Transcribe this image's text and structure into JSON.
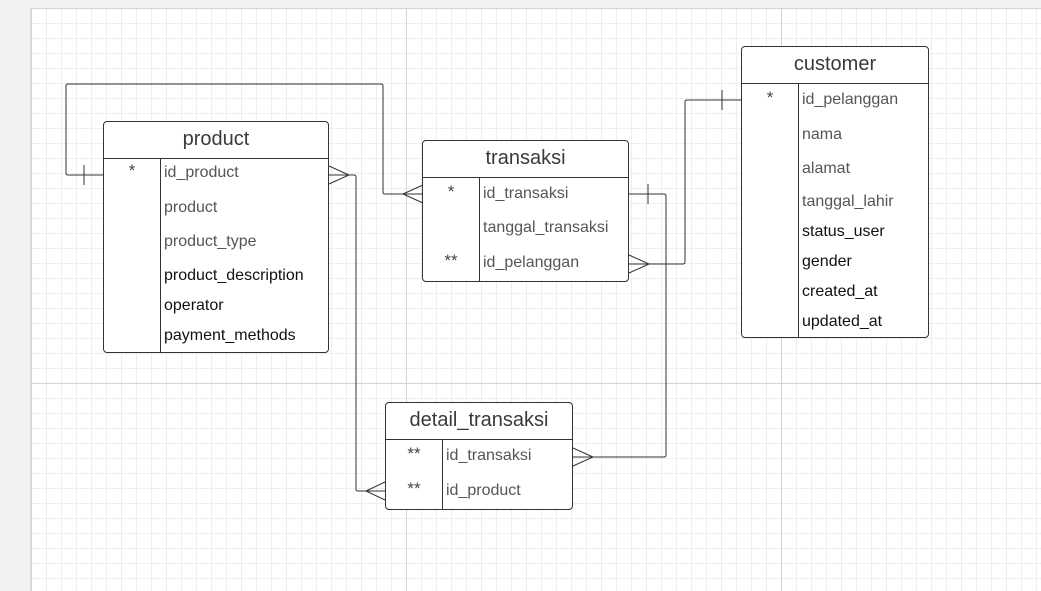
{
  "entities": {
    "product": {
      "title": "product",
      "rows": [
        {
          "key": "*",
          "name": "id_product"
        },
        {
          "key": "",
          "name": "product"
        },
        {
          "key": "",
          "name": "product_type"
        },
        {
          "key": "",
          "name": "product_description"
        },
        {
          "key": "",
          "name": "operator"
        },
        {
          "key": "",
          "name": "payment_methods"
        }
      ]
    },
    "transaksi": {
      "title": "transaksi",
      "rows": [
        {
          "key": "*",
          "name": "id_transaksi"
        },
        {
          "key": "",
          "name": "tanggal_transaksi"
        },
        {
          "key": "**",
          "name": "id_pelanggan"
        }
      ]
    },
    "customer": {
      "title": "customer",
      "rows": [
        {
          "key": "*",
          "name": "id_pelanggan"
        },
        {
          "key": "",
          "name": "nama"
        },
        {
          "key": "",
          "name": "alamat"
        },
        {
          "key": "",
          "name": "tanggal_lahir"
        },
        {
          "key": "",
          "name": "status_user"
        },
        {
          "key": "",
          "name": "gender"
        },
        {
          "key": "",
          "name": "created_at"
        },
        {
          "key": "",
          "name": "updated_at"
        }
      ]
    },
    "detail_transaksi": {
      "title": "detail_transaksi",
      "rows": [
        {
          "key": "**",
          "name": "id_transaksi"
        },
        {
          "key": "**",
          "name": "id_product"
        }
      ]
    }
  },
  "relationships": [
    {
      "from": "product.id_product",
      "to": "transaksi.id_transaksi",
      "from_cardinality": "one",
      "to_cardinality": "many"
    },
    {
      "from": "product.id_product",
      "to": "detail_transaksi.id_product",
      "from_cardinality": "many",
      "to_cardinality": "many"
    },
    {
      "from": "customer.id_pelanggan",
      "to": "transaksi.id_pelanggan",
      "from_cardinality": "one",
      "to_cardinality": "many"
    },
    {
      "from": "transaksi.id_transaksi",
      "to": "detail_transaksi.id_transaksi",
      "from_cardinality": "one",
      "to_cardinality": "many"
    }
  ],
  "colors": {
    "border": "#333333",
    "grid_major": "#d4d4d4",
    "grid_minor": "#eeeeee",
    "canvas": "#ffffff"
  }
}
